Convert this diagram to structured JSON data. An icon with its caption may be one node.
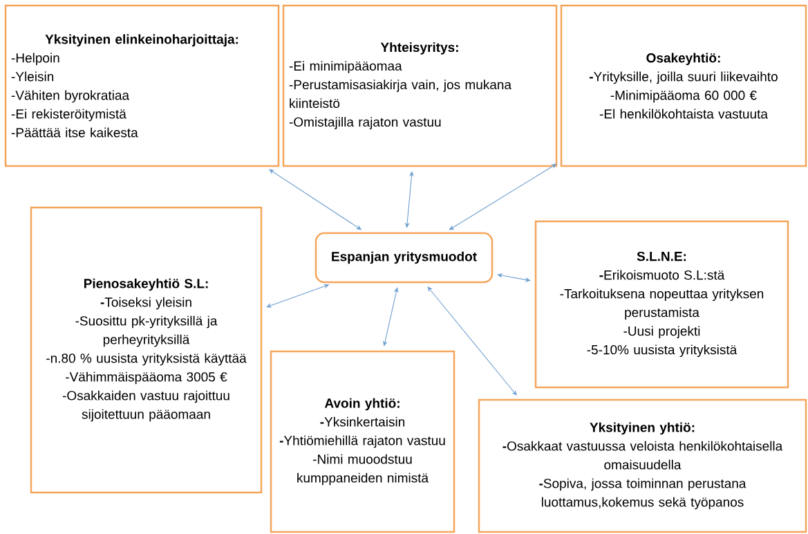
{
  "diagram": {
    "nodes": [
      {
        "text": [
          "Yksityinen elinkeinoharjoittaja:",
          "-Helpoin",
          "-Yleisin",
          "-Vähiten byrokratiaa",
          "-Ei rekisteröitymistä",
          "-Päättää itse kaikesta"
        ]
      },
      {
        "text": [
          "Yhteisyritys:",
          "-Ei minimipääomaa",
          "-Perustamisasiakirja vain, jos mukana kiinteistö",
          "-Omistajilla rajaton vastuu"
        ]
      },
      {
        "text": [
          "Osakeyhtiö:",
          "**-**Yrityksille, joilla suuri liikevaihto",
          "-Minimipääoma 60 000 €",
          "-El henkilökohtaista vastuuta"
        ]
      },
      {
        "text": [
          "Pienosakeyhtiö S.L:",
          "**-**Toiseksi  yleisin",
          "-Suosittu pk-yrityksillä ja perheyrityksillä",
          "-n.80 % uusista yrityksistä käyttää",
          "-Vähimmäispääoma 3005 €",
          "-Osakkaiden vastuu rajoittuu sijoitettuun pääomaan"
        ]
      },
      {
        "text": [
          "Espanjan yritysmuodot"
        ]
      },
      {
        "text": [
          "S.L.N.E:",
          "**-**Erikoismuoto S.L:stä",
          "-Tarkoituksena nopeuttaa yrityksen perustamista",
          "-Uusi projekti",
          "-5-10% uusista yrityksistä"
        ]
      },
      {
        "text": [
          "Avoin yhtiö:",
          "**-**Yksinkertaisin",
          "**-**Yhtiömiehillä rajaton vastuu",
          "-Nimi muoodstuu kumppaneiden nimistä"
        ]
      },
      {
        "text": [
          "Yksityinen yhtiö:",
          "**-**Osakkaat vastuussa veloista henkilökohtaisella omaisuudella",
          "**-**Sopiva, jossa toiminnan perustana luottamus,kokemus sekä työpanos"
        ]
      }
    ],
    "edges": [
      {
        "from": 4,
        "to": 0,
        "arrow": "both"
      },
      {
        "from": 4,
        "to": 1,
        "arrow": "both"
      },
      {
        "from": 4,
        "to": 2,
        "arrow": "both"
      },
      {
        "from": 4,
        "to": 3,
        "arrow": "both"
      },
      {
        "from": 4,
        "to": 5,
        "arrow": "both"
      },
      {
        "from": 4,
        "to": 6,
        "arrow": "both"
      },
      {
        "from": 4,
        "to": 7,
        "arrow": "both"
      }
    ]
  }
}
